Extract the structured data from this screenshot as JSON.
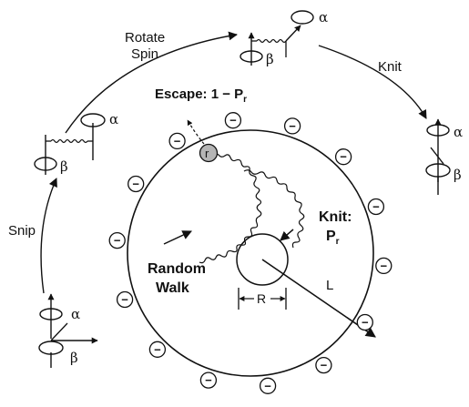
{
  "labels": {
    "rotate_spin_line1": "Rotate",
    "rotate_spin_line2": "Spin",
    "knit_top": "Knit",
    "escape": "Escape: 1 − P",
    "escape_sub": "r",
    "snip": "Snip",
    "knit_inner_line1": "Knit:",
    "knit_inner_line2": "P",
    "knit_inner_sub": "r",
    "random_walk_line1": "Random",
    "random_walk_line2": "Walk",
    "radius_R": "R",
    "length_L": "L",
    "small_r": "r",
    "alpha": "α",
    "beta": "β",
    "minus": "−"
  },
  "ion_count": 14,
  "icon_names": [
    "spin-pair-icon",
    "circular-arrow-icon",
    "negative-ion-icon",
    "random-walk-path-icon"
  ]
}
